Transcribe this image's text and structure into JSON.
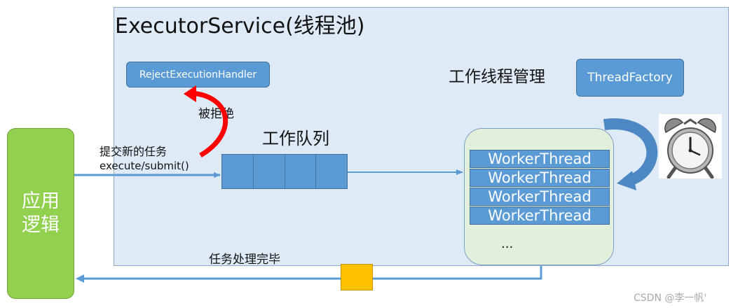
{
  "pool": {
    "title": "ExecutorService(线程池)"
  },
  "reject_handler": {
    "label": "RejectExecutionHandler"
  },
  "thread_factory": {
    "label": "ThreadFactory"
  },
  "worker_management": {
    "label": "工作线程管理"
  },
  "work_queue": {
    "label": "工作队列",
    "cells": 4
  },
  "rejected": {
    "label": "被拒绝"
  },
  "submit": {
    "label": "提交新的任务",
    "method": "execute/submit()"
  },
  "application": {
    "line1": "应用",
    "line2": "逻辑"
  },
  "workers": {
    "items": [
      "WorkerThread",
      "WorkerThread",
      "WorkerThread",
      "WorkerThread"
    ],
    "more": "..."
  },
  "completion": {
    "label": "任务处理完毕"
  },
  "watermark": {
    "text": "CSDN @李一帆'"
  },
  "colors": {
    "pool_bg": "#deebf7",
    "box_blue": "#5b9bd5",
    "app_green": "#92d050",
    "worker_bg": "#e2efda",
    "result_yellow": "#ffc000",
    "reject_red": "#ff0000"
  },
  "icons": {
    "clock": "alarm-clock-icon"
  }
}
